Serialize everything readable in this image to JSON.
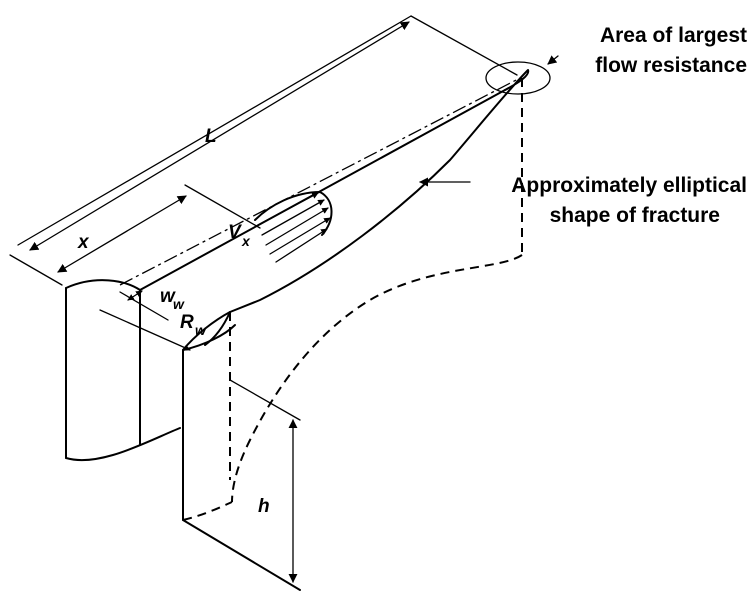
{
  "labels": {
    "largest_resistance_line1": "Area of largest",
    "largest_resistance_line2": "flow resistance",
    "elliptical_line1": "Approximately elliptical",
    "elliptical_line2": "shape of fracture"
  },
  "symbols": {
    "L": "L",
    "x": "x",
    "V": "V",
    "V_sub": "x",
    "w": "w",
    "w_sub": "w",
    "R": "R",
    "R_sub": "w",
    "h": "h"
  }
}
